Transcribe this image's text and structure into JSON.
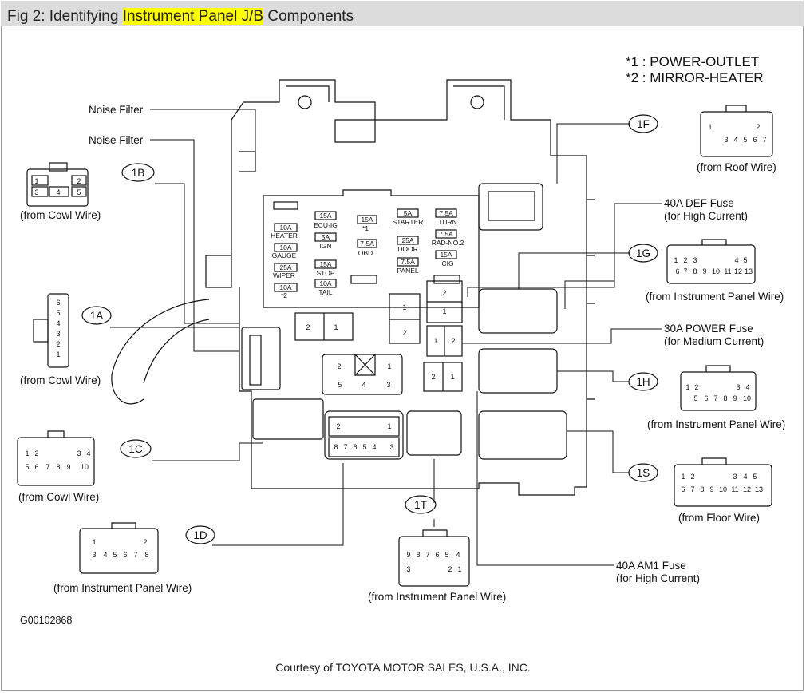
{
  "title": {
    "prefix": "Fig 2: Identifying ",
    "highlight": "Instrument Panel J/B",
    "suffix": " Components"
  },
  "legend": {
    "line1": "*1 : POWER-OUTLET",
    "line2": "*2 : MIRROR-HEATER"
  },
  "callouts": {
    "noise_filter_1": "Noise Filter",
    "noise_filter_2": "Noise Filter",
    "def_fuse": "40A DEF Fuse",
    "def_fuse_sub": "(for High Current)",
    "power_fuse": "30A POWER Fuse",
    "power_fuse_sub": "(for Medium Current)",
    "am1_fuse": "40A AM1 Fuse",
    "am1_fuse_sub": "(for High Current)"
  },
  "connectors": {
    "c1b": {
      "tag": "1B",
      "from": "(from Cowl Wire)"
    },
    "c1a": {
      "tag": "1A",
      "from": "(from Cowl Wire)"
    },
    "c1c": {
      "tag": "1C",
      "from": "(from Cowl Wire)"
    },
    "c1d": {
      "tag": "1D",
      "from": "(from Instrument Panel Wire)"
    },
    "c1t": {
      "tag": "1T",
      "from": "(from Instrument Panel Wire)"
    },
    "c1f": {
      "tag": "1F",
      "from": "(from Roof Wire)"
    },
    "c1g": {
      "tag": "1G",
      "from": "(from Instrument Panel Wire)"
    },
    "c1h": {
      "tag": "1H",
      "from": "(from Instrument Panel Wire)"
    },
    "c1s": {
      "tag": "1S",
      "from": "(from Floor Wire)"
    }
  },
  "fuses": {
    "heater_amp": "10A",
    "heater": "HEATER",
    "gauge_amp": "10A",
    "gauge": "GAUGE",
    "wiper_amp": "25A",
    "wiper": "WIPER",
    "mirror_amp": "10A",
    "mirror": "*2",
    "ecuig_amp": "15A",
    "ecuig": "ECU-IG",
    "ign_amp": "5A",
    "ign": "IGN",
    "stop_amp": "15A",
    "stop": "STOP",
    "tail_amp": "10A",
    "tail": "TAIL",
    "pwr1_amp": "15A",
    "pwr1": "*1",
    "obd_amp": "7.5A",
    "obd": "OBD",
    "starter_amp": "5A",
    "starter": "STARTER",
    "door_amp": "25A",
    "door": "DOOR",
    "panel_amp": "7.5A",
    "panel": "PANEL",
    "turn_amp": "7.5A",
    "turn": "TURN",
    "radno2_amp": "7.5A",
    "radno2": "RAD-NO.2",
    "cig_amp": "15A",
    "cig": "CIG"
  },
  "code": "G00102868",
  "footer": "Courtesy of TOYOTA MOTOR SALES, U.S.A., INC."
}
